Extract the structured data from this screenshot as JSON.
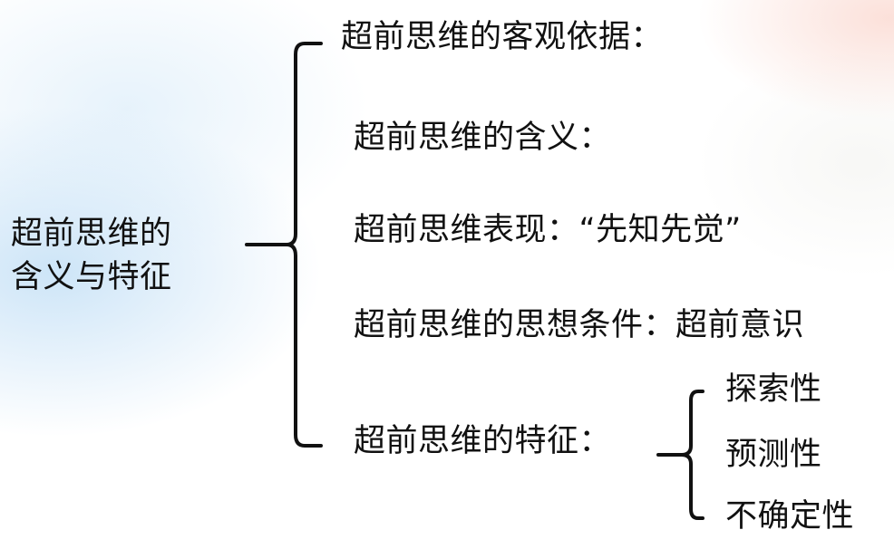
{
  "root": {
    "line1": "超前思维的",
    "line2": "含义与特征"
  },
  "items": [
    "超前思维的客观依据：",
    "超前思维的含义：",
    "超前思维表现：“先知先觉”",
    "超前思维的思想条件：超前意识",
    "超前思维的特征："
  ],
  "features": [
    "探索性",
    "预测性",
    "不确定性"
  ],
  "colors": {
    "text": "#111111",
    "bracket": "#111111",
    "bg_blue": "#c4e0f6",
    "bg_pink": "#fad6cd"
  }
}
